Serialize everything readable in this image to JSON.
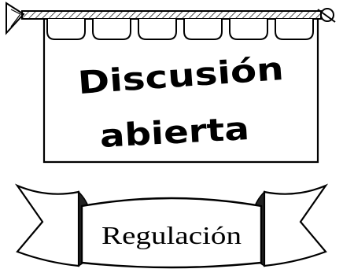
{
  "banner": {
    "line1": "Discusión",
    "line2": "abierta"
  },
  "ribbon": {
    "label": "Regulación"
  },
  "colors": {
    "ink": "#000000",
    "paper": "#ffffff"
  }
}
